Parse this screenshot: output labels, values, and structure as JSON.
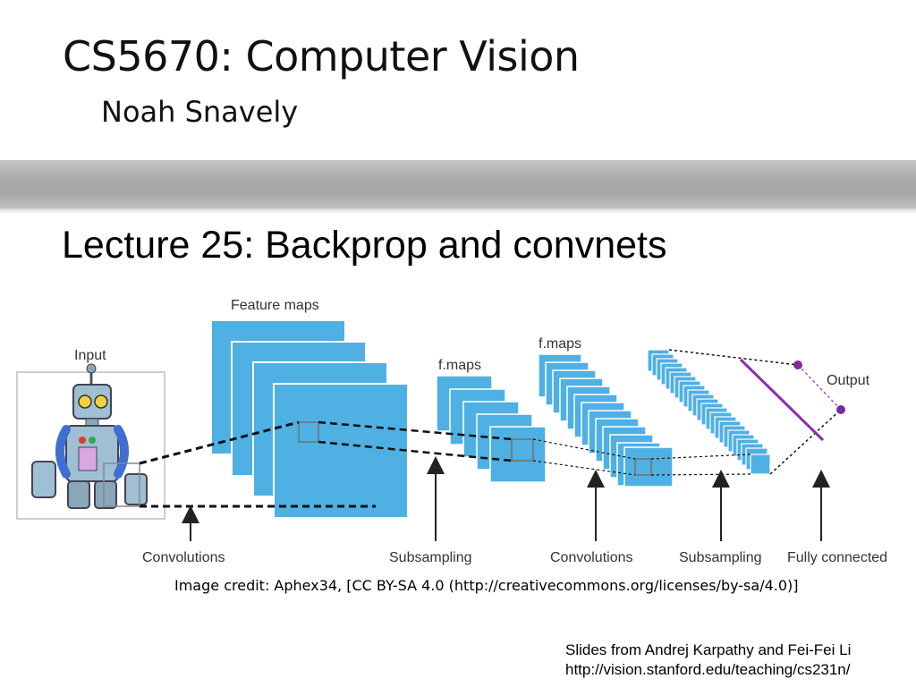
{
  "slide": {
    "course_title": "CS5670: Computer Vision",
    "author": "Noah Snavely",
    "lecture_title": "Lecture 25: Backprop and convnets",
    "image_credit": "Image credit: Aphex34, [CC BY-SA 4.0 (http://creativecommons.org/licenses/by-sa/4.0)]",
    "footer_line1": "Slides from Andrej Karpathy and Fei-Fei Li",
    "footer_line2": "http://vision.stanford.edu/teaching/cs231n/"
  },
  "diagram": {
    "labels": {
      "input": "Input",
      "feature_maps": "Feature maps",
      "f_maps_1": "f.maps",
      "f_maps_2": "f.maps",
      "output": "Output",
      "convolutions_1": "Convolutions",
      "subsampling_1": "Subsampling",
      "convolutions_2": "Convolutions",
      "subsampling_2": "Subsampling",
      "fully_connected": "Fully connected"
    },
    "colors": {
      "map_fill": "#4fb0e3",
      "map_stroke": "#ffffff",
      "fc_line": "#8a2fb0",
      "output_node": "#7b2aa0",
      "arrow": "#222222"
    }
  }
}
